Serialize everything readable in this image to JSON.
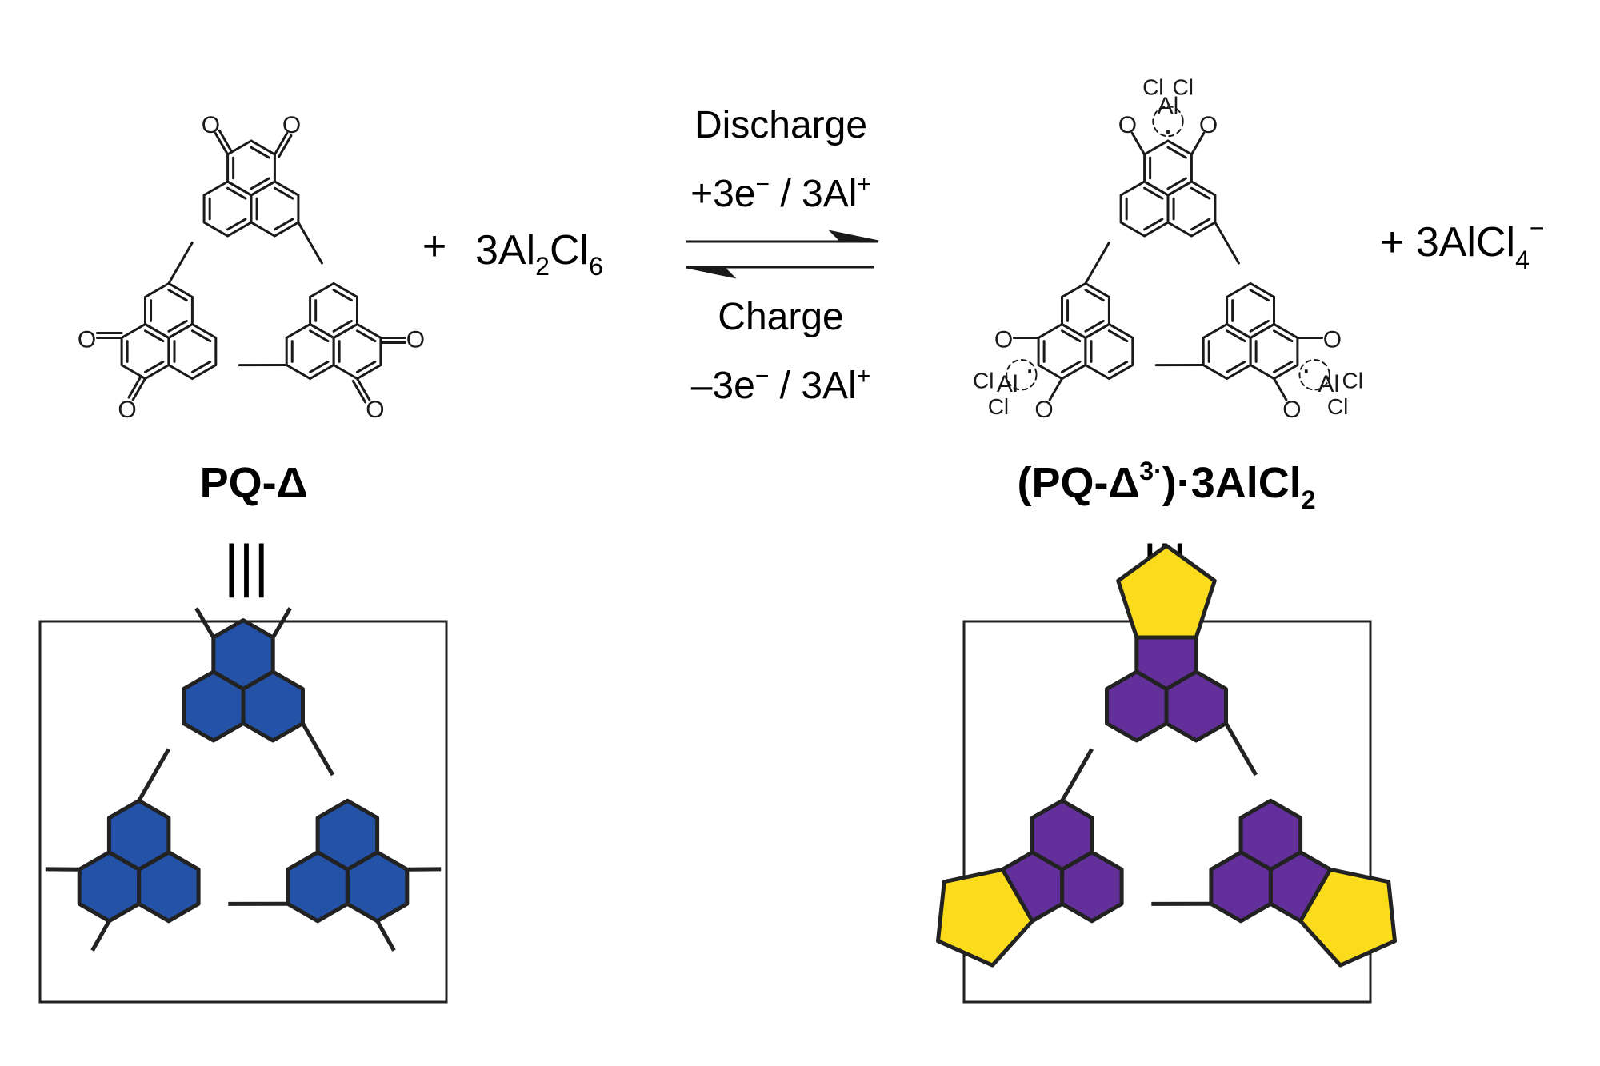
{
  "reactant": {
    "label": "PQ-Δ",
    "oxygen_label": "O",
    "plus": "+",
    "coefficient": "3Al",
    "sub_al": "2",
    "cl": "Cl",
    "sub_cl": "6"
  },
  "equilibrium": {
    "top_line1": "Discharge",
    "top_line2_prefix": "+3e",
    "top_line2_sup": "−",
    "top_line2_suffix": " / 3Al",
    "top_line2_sup2": "+",
    "bottom_line1": "Charge",
    "bottom_line2_prefix": "–3e",
    "bottom_line2_sup": "−",
    "bottom_line2_suffix": " / 3Al",
    "bottom_line2_sup2": "+"
  },
  "product": {
    "label_open": "(PQ-Δ",
    "label_sup": "3·",
    "label_close": ")·3AlCl",
    "label_sub": "2",
    "al_label": "Al",
    "cl_label": "Cl",
    "oxygen_label": "O",
    "radical_dot": "·",
    "byproduct_prefix": "+ 3AlCl",
    "byproduct_sub": "4",
    "byproduct_sup": "−"
  },
  "equivalence_symbol": "|||",
  "colors": {
    "reactant_hex": "#2352a6",
    "product_hex": "#63309b",
    "aluminum_pentagon": "#fbdc1c",
    "outline": "#222222"
  }
}
